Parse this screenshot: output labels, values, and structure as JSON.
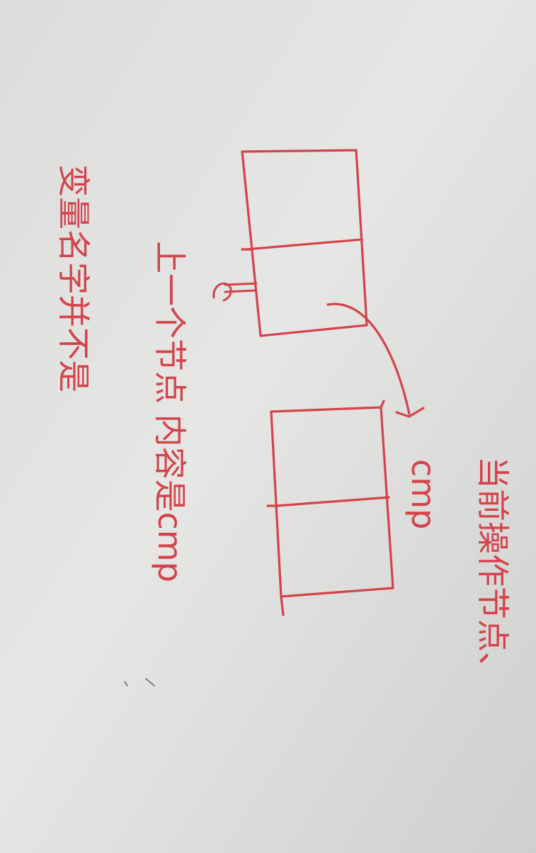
{
  "annotations": {
    "previous_node": "上一个节点 内容是cmp",
    "variable_name": "变量名字并不是",
    "cmp_label": "cmp",
    "current_node": "当前操作节点、"
  },
  "colors": {
    "ink": "#d4424a",
    "paper": "#e3e3e1",
    "paper_shadow": "#c9c9c7"
  }
}
